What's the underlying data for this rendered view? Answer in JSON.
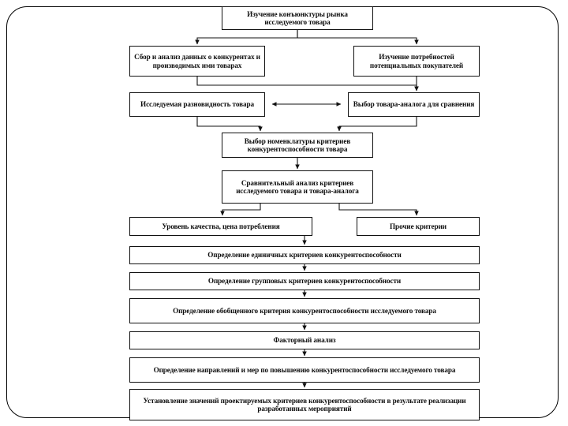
{
  "diagram": {
    "type": "flowchart",
    "language": "ru",
    "orientation": "top-to-bottom",
    "nodes": [
      {
        "id": "market",
        "label": "Изучение конъюнктуры рынка исследуемого товара"
      },
      {
        "id": "competitors",
        "label": "Сбор и анализ данных о конкурентах и производимых ими товарах"
      },
      {
        "id": "needs",
        "label": "Изучение потребностей потенциальных покупателей"
      },
      {
        "id": "variety",
        "label": "Исследуемая разновидность товара"
      },
      {
        "id": "analog",
        "label": "Выбор товара-аналога для сравнения"
      },
      {
        "id": "nomencl",
        "label": "Выбор номенклатуры критериев конкурентоспособности товара"
      },
      {
        "id": "compare",
        "label": "Сравнительный анализ критериев исследуемого товара и товара-аналога"
      },
      {
        "id": "quality",
        "label": "Уровень качества, цена потребления"
      },
      {
        "id": "other",
        "label": "Прочие критерии"
      },
      {
        "id": "single",
        "label": "Определение единичных критериев конкурентоспособности"
      },
      {
        "id": "group",
        "label": "Определение групповых критериев конкурентоспособности"
      },
      {
        "id": "general",
        "label": "Определение обобщенного критерия конкурентоспособности исследуемого товара"
      },
      {
        "id": "factor",
        "label": "Факторный анализ"
      },
      {
        "id": "directions",
        "label": "Определение направлений и мер по повышению конкурентоспособности исследуемого товара"
      },
      {
        "id": "established",
        "label": "Установление значений проектируемых критериев конкурентоспособности в результате реализации разработанных мероприятий"
      }
    ],
    "edges": [
      {
        "from": "market",
        "to": "competitors"
      },
      {
        "from": "market",
        "to": "needs"
      },
      {
        "from": "competitors",
        "to": "analog"
      },
      {
        "from": "needs",
        "to": "analog"
      },
      {
        "from": "analog",
        "to": "variety"
      },
      {
        "from": "variety",
        "to": "analog"
      },
      {
        "from": "variety",
        "to": "nomencl"
      },
      {
        "from": "analog",
        "to": "nomencl"
      },
      {
        "from": "nomencl",
        "to": "compare"
      },
      {
        "from": "compare",
        "to": "quality"
      },
      {
        "from": "compare",
        "to": "other"
      },
      {
        "from": "quality",
        "to": "single"
      },
      {
        "from": "single",
        "to": "group"
      },
      {
        "from": "group",
        "to": "general"
      },
      {
        "from": "general",
        "to": "factor"
      },
      {
        "from": "factor",
        "to": "directions"
      },
      {
        "from": "directions",
        "to": "established"
      }
    ],
    "colors": {
      "stroke": "#111111",
      "fill": "#ffffff",
      "text": "#0d0d0d",
      "frame": "#000000"
    }
  }
}
